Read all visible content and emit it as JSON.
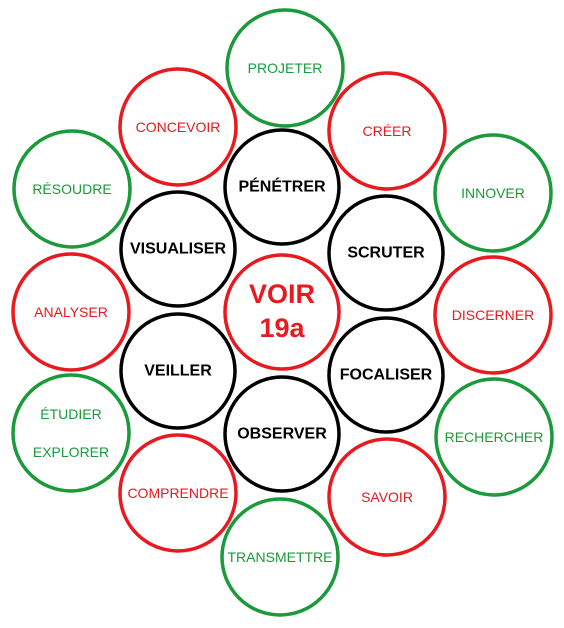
{
  "colors": {
    "red": "#e8191f",
    "green": "#1a9a3a",
    "black": "#000000"
  },
  "center": {
    "line1": "VOIR",
    "line2": "19a"
  },
  "inner": [
    {
      "id": "penetrer",
      "label": "PÉNÉTRER"
    },
    {
      "id": "scruter",
      "label": "SCRUTER"
    },
    {
      "id": "focaliser",
      "label": "FOCALISER"
    },
    {
      "id": "observer",
      "label": "OBSERVER"
    },
    {
      "id": "veiller",
      "label": "VEILLER"
    },
    {
      "id": "visualiser",
      "label": "VISUALISER"
    }
  ],
  "middle": [
    {
      "id": "creer",
      "label": "CRÉER"
    },
    {
      "id": "discerner",
      "label": "DISCERNER"
    },
    {
      "id": "savoir",
      "label": "SAVOIR"
    },
    {
      "id": "comprendre",
      "label": "COMPRENDRE"
    },
    {
      "id": "analyser",
      "label": "ANALYSER"
    },
    {
      "id": "concevoir",
      "label": "CONCEVOIR"
    }
  ],
  "outer": [
    {
      "id": "projeter",
      "label": "PROJETER"
    },
    {
      "id": "innover",
      "label": "INNOVER"
    },
    {
      "id": "rechercher",
      "label": "RECHERCHER"
    },
    {
      "id": "transmettre",
      "label": "TRANSMETTRE"
    },
    {
      "id": "etudier-explorer",
      "label": "ÉTUDIER",
      "label2": "EXPLORER"
    },
    {
      "id": "resoudre",
      "label": "RÉSOUDRE"
    }
  ]
}
